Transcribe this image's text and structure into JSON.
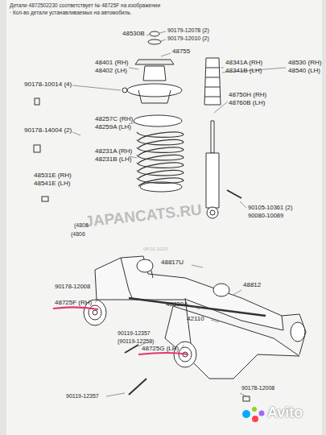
{
  "diagram": {
    "labels": [
      "Детали 4872502230 соответствует № 48725F на изображении",
      "· Кол-во детали устанавливаемых на автомобиль.",
      "48530B",
      "90179-12078 (2)",
      "90179-12010 (2)",
      "48755",
      "48530 (RH)",
      "48540 (LH)",
      "48401 (RH)",
      "48402 (LH)",
      "48341A (RH)",
      "48341B (LH)",
      "90178-10014 (4)",
      "48750H (RH)",
      "48760B (LH)",
      "48257C (RH)",
      "48259A (LH)",
      "90178-14004 (2)",
      "48231A (RH)",
      "48231B (LH)",
      "48531E (RH)",
      "48541E (LH)",
      "90105-10361 (2)",
      "90080-10089",
      "JAPANCATS.RU",
      "08.02.2025",
      "(4808",
      "(4806",
      "48817U",
      "48812",
      "48830A",
      "42110",
      "90178-12008",
      "48725F (RH)",
      "90119-12357",
      "(90119-12258)",
      "48725G (LH)",
      "90119-12357",
      "90178-12008",
      "Avito"
    ]
  }
}
